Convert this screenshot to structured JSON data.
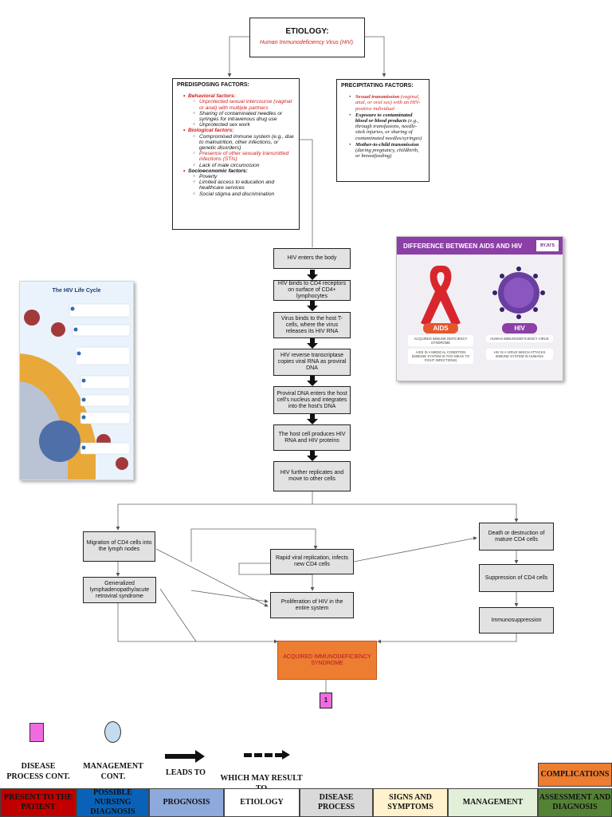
{
  "etiology": {
    "title": "ETIOLOGY:",
    "cause": "Human Immunodeficiency Virus (HIV)."
  },
  "predisposing": {
    "title": "PREDISPOSING FACTORS:",
    "groups": [
      {
        "label": "Behavioral factors:",
        "items": [
          "Unprotected sexual intercourse (vaginal or anal) with multiple partners",
          "Sharing of contaminated needles or syringes for intravenous drug use",
          "Unprotected sex work"
        ]
      },
      {
        "label": "Biological factors:",
        "items": [
          "Compromised immune system (e.g., due to malnutrition, other infections, or genetic disorders)",
          "Presence of other sexually transmitted infections (STIs)",
          "Lack of male circumcision"
        ]
      },
      {
        "label": "Socioeconomic factors:",
        "items": [
          "Poverty",
          "Limited access to education and healthcare services",
          "Social stigma and discrimination"
        ]
      }
    ]
  },
  "precipitating": {
    "title": "PRECIPITATING FACTORS:",
    "items": [
      {
        "head": "Sexual transmission",
        "rest": " (vaginal, anal, or oral sex) with an HIV-positive individual"
      },
      {
        "head": "Exposure to contaminated blood or blood products",
        "rest": " (e.g., through transfusions, needle-stick injuries, or sharing of contaminated needles/syringes)"
      },
      {
        "head": "Mother-to-child transmission",
        "rest": " (during pregnancy, childbirth, or breastfeeding)"
      }
    ]
  },
  "flow": [
    "HIV enters the body",
    "HIV binds to CD4 receptors on surface of CD4+ lymphocytes",
    "Virus binds to the host T-cells, where the virus releases its HIV RNA",
    "HIV reverse transcriptase copies viral RNA as proviral DNA",
    "Proviral DNA enters the host cell's nucleus and integrates into the host's DNA",
    "The host cell produces HIV RNA and HIV proteins",
    "HIV further replicates and move to other cells"
  ],
  "branches": {
    "migration": "Migration of CD4 cells into the lymph nodes",
    "lymphadenopathy": "Generalized lymphadenopathy/acute retroviral syndrome",
    "rapid": "Rapid viral replication, infects new CD4 cells",
    "proliferation": "Proliferation of HIV in the entire system",
    "death": "Death or destruction of mature CD4 cells",
    "suppression": "Suppression of CD4 cells",
    "immuno": "Immunosuppression"
  },
  "outcome": "ACQUIRED IMMUNODEFICIENCY SYNDROME",
  "connector_label": "1",
  "aids_card": {
    "title": "DIFFERENCE BETWEEN AIDS AND HIV",
    "brand": "BYJU'S",
    "aids_label": "AIDS",
    "aids_full": "ACQUIRED IMMUNE DEFICIENCY SYNDROME",
    "aids_desc": "AIDS IS A MEDICAL CONDITION (IMMUNE SYSTEM IS TOO WEAK TO FIGHT INFECTIONS)",
    "hiv_label": "HIV",
    "hiv_full": "HUMAN IMMUNODEFICIENCY VIRUS",
    "hiv_desc": "HIV IS A VIRUS WHICH ATTACKS IMMUNE SYSTEM IN HUMANS",
    "ribbon_color": "#d8262c",
    "aids_color": "#e4572e",
    "hiv_color": "#8c3fa6"
  },
  "life_cycle": {
    "title": "The HIV Life Cycle"
  },
  "legend": {
    "disease_cont": "DISEASE PROCESS CONT.",
    "management_cont": "MANAGEMENT CONT.",
    "leads_to": "LEADS TO",
    "may_result": "WHICH MAY RESULT TO",
    "complications": "COMPLICATIONS",
    "cells": [
      {
        "label": "PRESENT TO THE PATIENT",
        "bg": "#c00000",
        "fg": "#111111"
      },
      {
        "label": "POSSIBLE NURSING DIAGNOSIS",
        "bg": "#0a62b8",
        "fg": "#111111"
      },
      {
        "label": "PROGNOSIS",
        "bg": "#8ea9db",
        "fg": "#111111"
      },
      {
        "label": "ETIOLOGY",
        "bg": "#ffffff",
        "fg": "#111111"
      },
      {
        "label": "DISEASE PROCESS",
        "bg": "#d9d9d9",
        "fg": "#111111"
      },
      {
        "label": "SIGNS AND SYMPTOMS",
        "bg": "#fff2cc",
        "fg": "#111111"
      },
      {
        "label": "MANAGEMENT",
        "bg": "#e2efd9",
        "fg": "#111111"
      },
      {
        "label": "ASSESSMENT AND DIAGNOSIS",
        "bg": "#548235",
        "fg": "#111111"
      }
    ],
    "complications_bg": "#ed7d31"
  }
}
